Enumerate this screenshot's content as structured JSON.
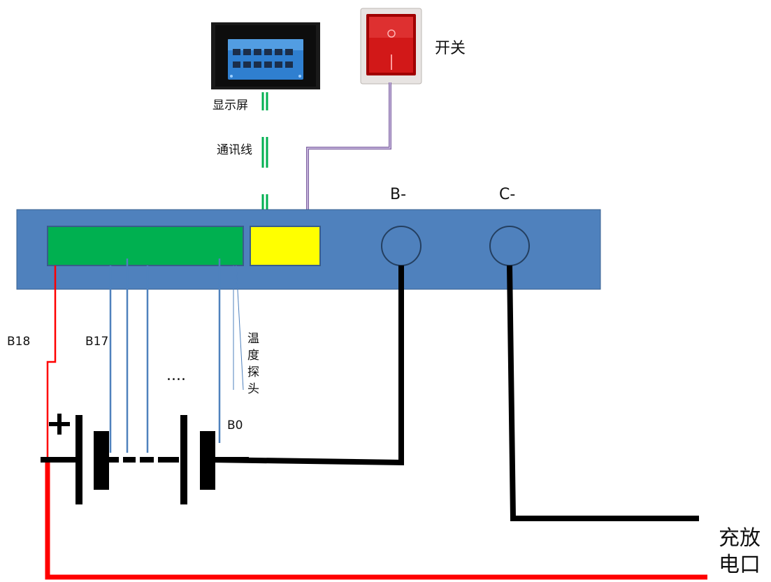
{
  "labels": {
    "display": "显示屏",
    "comm_line": "通讯线",
    "switch": "开关",
    "b_minus": "B-",
    "c_minus": "C-",
    "b18": "B18",
    "b17": "B17",
    "b0": "B0",
    "ellipsis": "....",
    "temp_probe": [
      "温",
      "度",
      "探",
      "头"
    ],
    "charge_port_line1": "充放",
    "charge_port_line2": "电口"
  },
  "colors": {
    "bms_board": "#4f81bd",
    "sampling_connector": "#00b050",
    "comm_port": "#ffff00",
    "comm_wire": "#00b050",
    "switch_wire": "#8064a2",
    "sense_wire": "#4f81bd",
    "positive_wire": "#ff0000",
    "power_wire": "#000000",
    "switch_body": "#c00000"
  },
  "icons": {
    "display": "touchscreen-display-icon",
    "switch": "rocker-switch-icon",
    "battery": "battery-cell-symbol"
  }
}
